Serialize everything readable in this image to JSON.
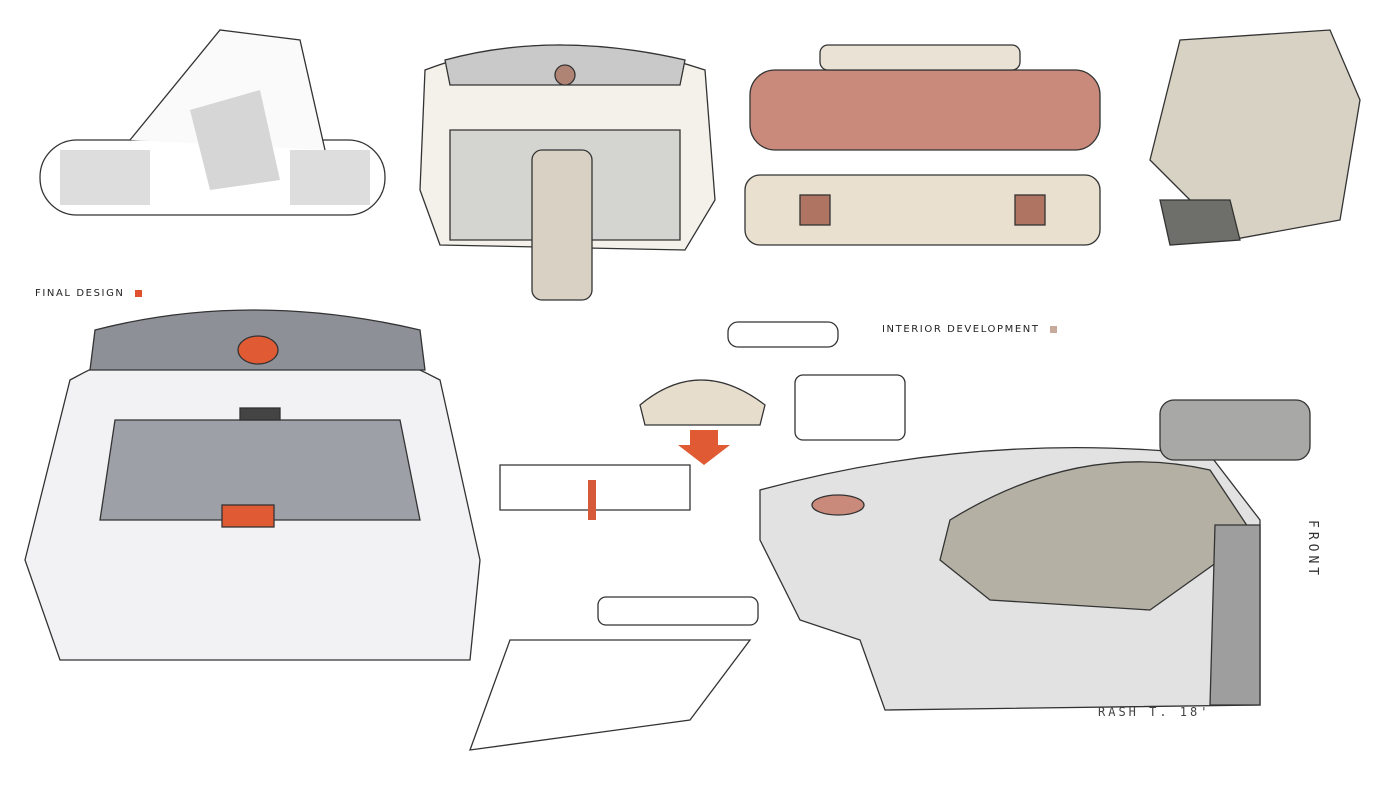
{
  "labels": {
    "final_design": "FINAL DESIGN",
    "interior_development": "INTERIOR DEVELOPMENT"
  },
  "signature": "RASH T. 18'",
  "annotation_front": "FRONT",
  "colors": {
    "final_design_marker": "#e0502e",
    "interior_development_marker": "#c8aa9c",
    "accent_orange": "#e05a34",
    "terracotta": "#c98a7c",
    "warm_grey": "#b4b0a4",
    "cool_grey": "#9a9ca4"
  }
}
